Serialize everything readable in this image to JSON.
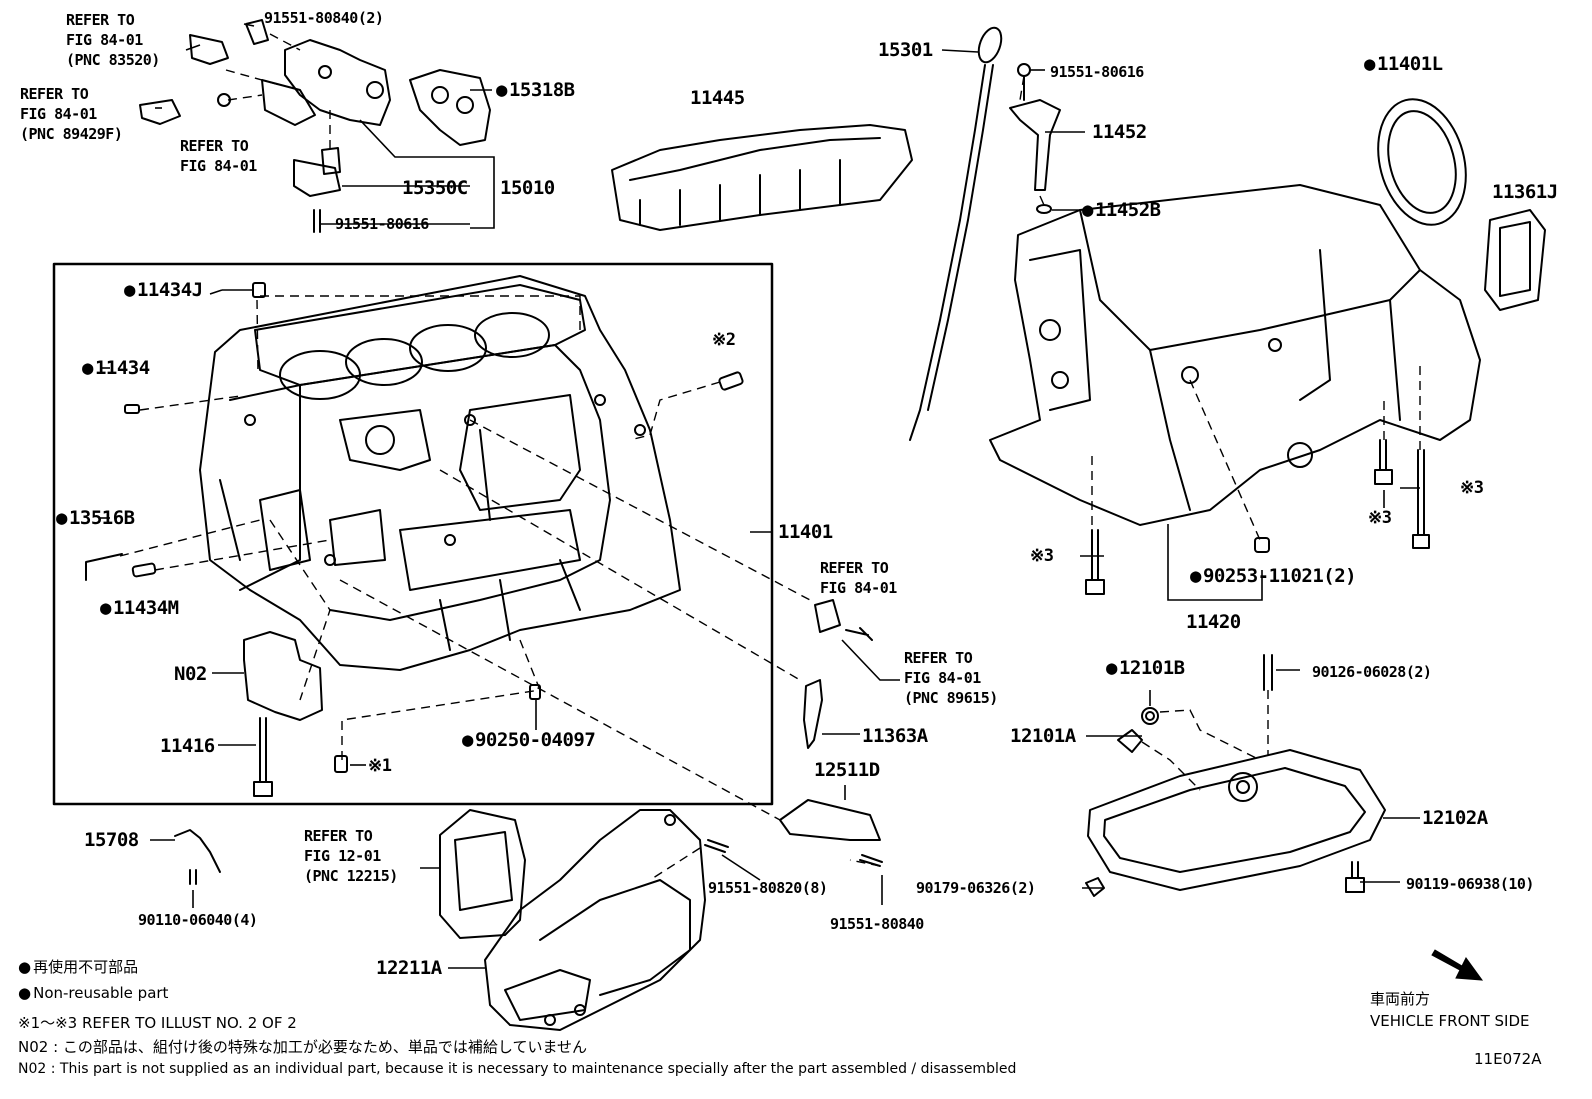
{
  "labels": {
    "refer_84_01_a": "REFER TO\nFIG 84-01\n(PNC 83520)",
    "p91551_80840_2": "91551-80840(2)",
    "refer_84_01_b": "REFER TO\nFIG 84-01\n(PNC 89429F)",
    "refer_84_01_c": "REFER TO\nFIG 84-01",
    "p15318B": "15318B",
    "p15350C": "15350C",
    "p15010": "15010",
    "p91551_80616_a": "91551-80616",
    "p11445": "11445",
    "p15301": "15301",
    "p91551_80616_b": "91551-80616",
    "p11452": "11452",
    "p11452B": "11452B",
    "p11401L": "11401L",
    "p11361J": "11361J",
    "p11434J": "11434J",
    "p11434": "11434",
    "mark2": "※2",
    "p13516B": "13516B",
    "p11434M": "11434M",
    "p11401": "11401",
    "refer_84_01_d": "REFER TO\nFIG 84-01",
    "refer_84_01_e": "REFER TO\nFIG 84-01\n(PNC 89615)",
    "pN02": "N02",
    "p11416": "11416",
    "p90250_04097": "90250-04097",
    "mark1": "※1",
    "p11363A": "11363A",
    "p12511D": "12511D",
    "mark3_a": "※3",
    "mark3_b": "※3",
    "mark3_c": "※3",
    "p90253_11021_2": "90253-11021(2)",
    "p11420": "11420",
    "p12101B": "12101B",
    "p12101A": "12101A",
    "p90126_06028_2": "90126-06028(2)",
    "p12102A": "12102A",
    "p90179_06326_2": "90179-06326(2)",
    "p90119_06938_10": "90119-06938(10)",
    "p15708": "15708",
    "p90110_06040_4": "90110-06040(4)",
    "refer_12_01": "REFER TO\nFIG 12-01\n(PNC 12215)",
    "p91551_80820_8": "91551-80820(8)",
    "p91551_80840": "91551-80840",
    "p12211A": "12211A"
  },
  "legend": {
    "non_reusable_jp": "再使用不可部品",
    "non_reusable_en": "Non-reusable part",
    "refer_illust": "※1～※3 REFER TO ILLUST NO. 2 OF 2",
    "n02_jp": "N02 : この部品は、組付け後の特殊な加工が必要なため、単品では補給していません",
    "n02_en": "N02 : This part is not supplied as an individual part, because it is necessary to maintenance specially after the part assembled / disassembled"
  },
  "direction": {
    "jp": "車両前方",
    "en": "VEHICLE FRONT SIDE"
  },
  "figure_id": "11E072A"
}
